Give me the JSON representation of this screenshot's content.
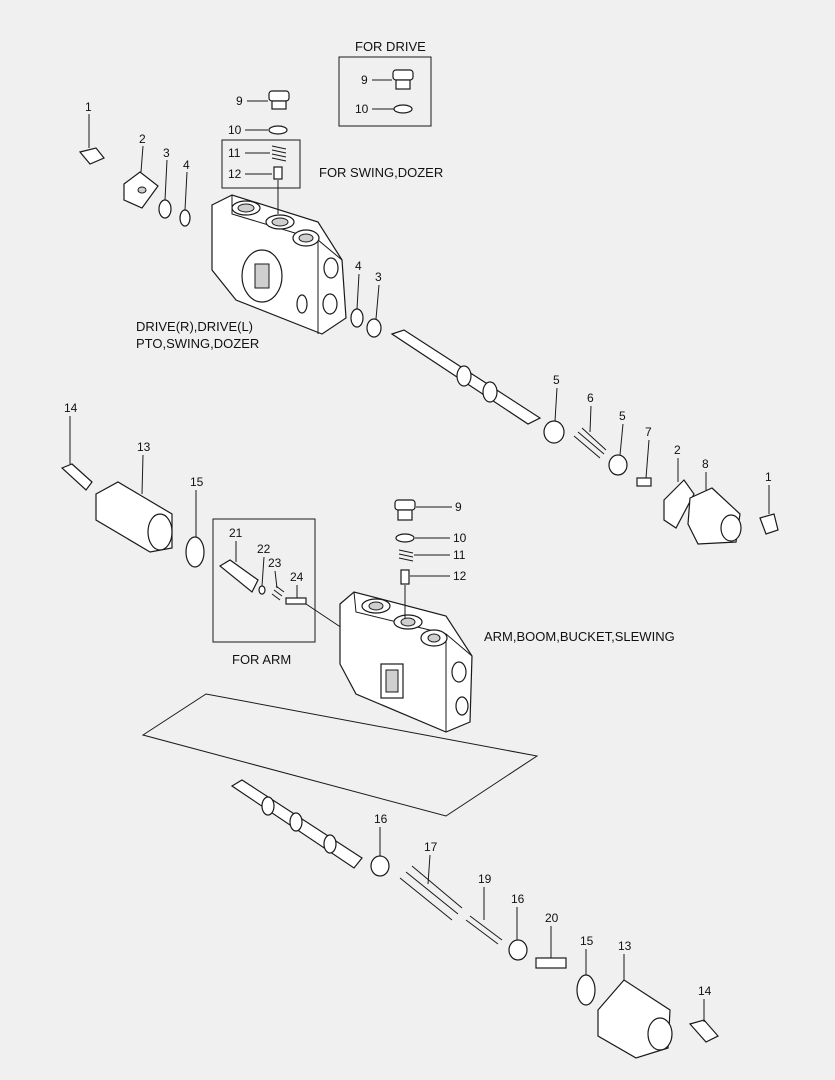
{
  "labels": {
    "for_drive": "FOR DRIVE",
    "for_swing_dozer": "FOR SWING,DOZER",
    "drive_line1": "DRIVE(R),DRIVE(L)",
    "drive_line2": "PTO,SWING,DOZER",
    "arm_boom": "ARM,BOOM,BUCKET,SLEWING",
    "for_arm": "FOR ARM"
  },
  "callouts": {
    "c1a": "1",
    "c2a": "2",
    "c3a": "3",
    "c4a": "4",
    "c9a": "9",
    "c10a": "10",
    "c11a": "11",
    "c12a": "12",
    "c9b": "9",
    "c10b": "10",
    "c4b": "4",
    "c3b": "3",
    "c5a": "5",
    "c6": "6",
    "c5b": "5",
    "c7": "7",
    "c2b": "2",
    "c8": "8",
    "c1b": "1",
    "c14a": "14",
    "c13a": "13",
    "c15a": "15",
    "c21": "21",
    "c22": "22",
    "c23": "23",
    "c24": "24",
    "c9c": "9",
    "c10c": "10",
    "c11c": "11",
    "c12c": "12",
    "c16a": "16",
    "c17": "17",
    "c19": "19",
    "c16b": "16",
    "c20": "20",
    "c15b": "15",
    "c13b": "13",
    "c14b": "14"
  }
}
